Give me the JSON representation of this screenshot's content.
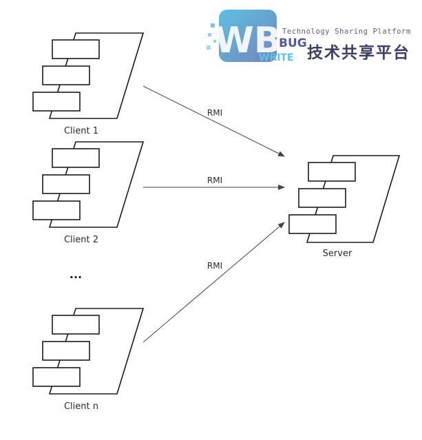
{
  "nodes": {
    "client_1": {
      "label": "Client 1"
    },
    "client_2": {
      "label": "Client 2"
    },
    "ellipsis": {
      "label": "..."
    },
    "client_n": {
      "label": "Client n"
    },
    "server": {
      "label": "Server"
    }
  },
  "edges": [
    {
      "from": "client_1",
      "to": "server",
      "label": "RMI"
    },
    {
      "from": "client_2",
      "to": "server",
      "label": "RMI"
    },
    {
      "from": "client_n",
      "to": "server",
      "label": "RMI"
    }
  ],
  "watermark": {
    "tagline": "Technology Sharing Platform",
    "name_cn": "技术共享平台",
    "bug": "BUG",
    "write": "WRITE",
    "logo_letters": "WB",
    "colors": {
      "logo_fill": "#5b6fae",
      "logo_accent": "#3fb6e0",
      "text_dark": "#3a3f63"
    }
  }
}
